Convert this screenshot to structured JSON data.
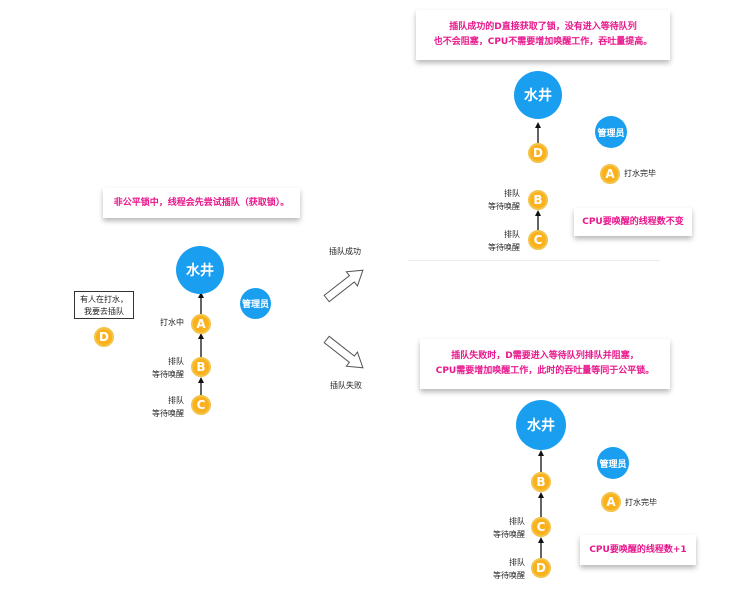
{
  "left_scene": {
    "note": [
      "非公平锁中，线程会先尝试插队（获取锁）。"
    ],
    "well": "水井",
    "manager": "管理员",
    "request_box": [
      "有人在打水，",
      "我要去插队"
    ],
    "nodes": {
      "a": "A",
      "b": "B",
      "c": "C",
      "d": "D"
    },
    "a_label": "打水中",
    "b_label": [
      "排队",
      "等待唤醒"
    ],
    "c_label": [
      "排队",
      "等待唤醒"
    ]
  },
  "arrows": {
    "success": "插队成功",
    "fail": "插队失败"
  },
  "top_scene": {
    "note": [
      "插队成功的D直接获取了锁，没有进入等待队列",
      "也不会阻塞，CPU不需要增加唤醒工作，吞吐量提高。"
    ],
    "well": "水井",
    "manager": "管理员",
    "nodes": {
      "d": "D",
      "b": "B",
      "c": "C",
      "a": "A"
    },
    "a_label": "打水完毕",
    "b_label": [
      "排队",
      "等待唤醒"
    ],
    "c_label": [
      "排队",
      "等待唤醒"
    ],
    "cpu_note": "CPU要唤醒的线程数不变"
  },
  "bottom_scene": {
    "note": [
      "插队失败时，D需要进入等待队列排队并阻塞，",
      "CPU需要增加唤醒工作，此时的吞吐量等同于公平锁。"
    ],
    "well": "水井",
    "manager": "管理员",
    "nodes": {
      "b": "B",
      "c": "C",
      "d": "D",
      "a": "A"
    },
    "a_label": "打水完毕",
    "c_label": [
      "排队",
      "等待唤醒"
    ],
    "d_label": [
      "排队",
      "等待唤醒"
    ],
    "cpu_note": "CPU要唤醒的线程数+1"
  }
}
